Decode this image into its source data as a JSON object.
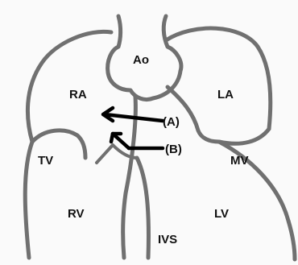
{
  "labels": {
    "ao": "Ao",
    "ra": "RA",
    "la": "LA",
    "tv": "TV",
    "mv": "MV",
    "rv": "RV",
    "lv": "LV",
    "ivs": "IVS"
  },
  "arrows": {
    "a": "(A)",
    "b": "(B)"
  },
  "colors": {
    "outline": "#707070",
    "arrow": "#000000",
    "background": "#fafafa"
  }
}
